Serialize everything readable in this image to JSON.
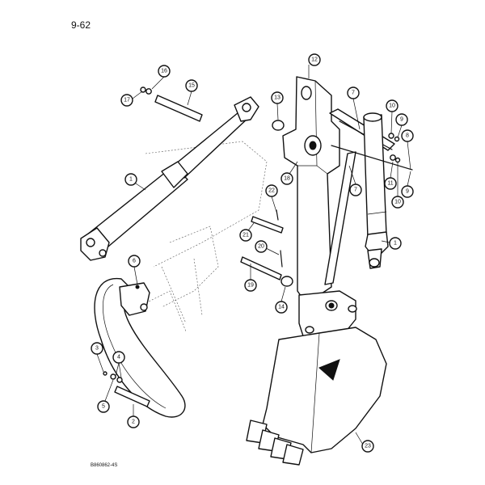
{
  "page_number": "9-62",
  "figure_code": "B860862-4S",
  "callouts": [
    {
      "id": "c1a",
      "label": "1"
    },
    {
      "id": "c1b",
      "label": "1"
    },
    {
      "id": "c2",
      "label": "2"
    },
    {
      "id": "c3",
      "label": "3"
    },
    {
      "id": "c4",
      "label": "4"
    },
    {
      "id": "c5",
      "label": "5"
    },
    {
      "id": "c6",
      "label": "6"
    },
    {
      "id": "c7a",
      "label": "7"
    },
    {
      "id": "c7b",
      "label": "7"
    },
    {
      "id": "c8",
      "label": "8"
    },
    {
      "id": "c9a",
      "label": "9"
    },
    {
      "id": "c9b",
      "label": "9"
    },
    {
      "id": "c10a",
      "label": "10"
    },
    {
      "id": "c10b",
      "label": "10"
    },
    {
      "id": "c11",
      "label": "11"
    },
    {
      "id": "c12",
      "label": "12"
    },
    {
      "id": "c13",
      "label": "13"
    },
    {
      "id": "c14",
      "label": "14"
    },
    {
      "id": "c15",
      "label": "15"
    },
    {
      "id": "c16",
      "label": "16"
    },
    {
      "id": "c17",
      "label": "17"
    },
    {
      "id": "c18",
      "label": "18"
    },
    {
      "id": "c19",
      "label": "19"
    },
    {
      "id": "c20",
      "label": "20"
    },
    {
      "id": "c21",
      "label": "21"
    },
    {
      "id": "c22",
      "label": "22"
    },
    {
      "id": "c23",
      "label": "23"
    }
  ]
}
